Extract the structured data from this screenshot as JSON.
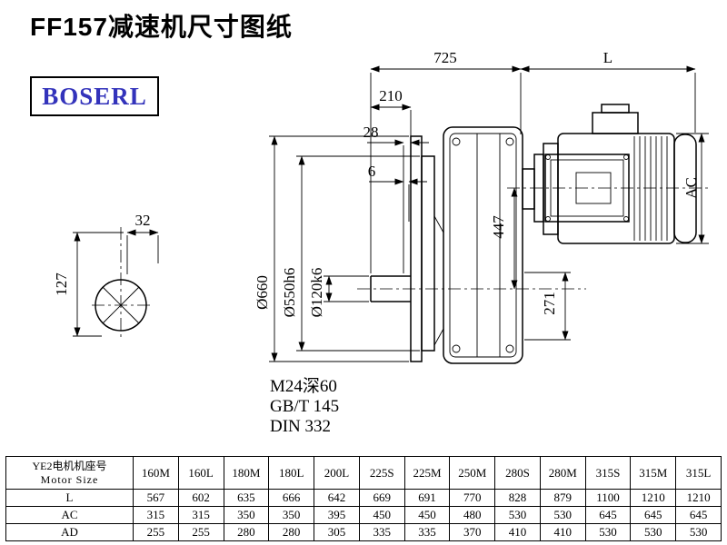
{
  "page": {
    "title": "FF157减速机尺寸图纸",
    "brand": "BOSERL"
  },
  "drawing": {
    "dim_725": "725",
    "dim_L": "L",
    "dim_210": "210",
    "dim_28": "28",
    "dim_6": "6",
    "dim_32": "32",
    "dim_127": "127",
    "dim_d660": "Ø660",
    "dim_d550": "Ø550h6",
    "dim_d120": "Ø120k6",
    "dim_447": "447",
    "dim_AC": "AC",
    "dim_271": "271",
    "note_1": "M24深60",
    "note_2": "GB/T 145",
    "note_3": "DIN 332"
  },
  "table": {
    "header_cn": "YE2电机机座号",
    "header_en": "Motor Size",
    "sizes": [
      "160M",
      "160L",
      "180M",
      "180L",
      "200L",
      "225S",
      "225M",
      "250M",
      "280S",
      "280M",
      "315S",
      "315M",
      "315L"
    ],
    "rows": [
      {
        "label": "L",
        "values": [
          "567",
          "602",
          "635",
          "666",
          "642",
          "669",
          "691",
          "770",
          "828",
          "879",
          "1100",
          "1210",
          "1210"
        ]
      },
      {
        "label": "AC",
        "values": [
          "315",
          "315",
          "350",
          "350",
          "395",
          "450",
          "450",
          "480",
          "530",
          "530",
          "645",
          "645",
          "645"
        ]
      },
      {
        "label": "AD",
        "values": [
          "255",
          "255",
          "280",
          "280",
          "305",
          "335",
          "335",
          "370",
          "410",
          "410",
          "530",
          "530",
          "530"
        ]
      }
    ]
  }
}
